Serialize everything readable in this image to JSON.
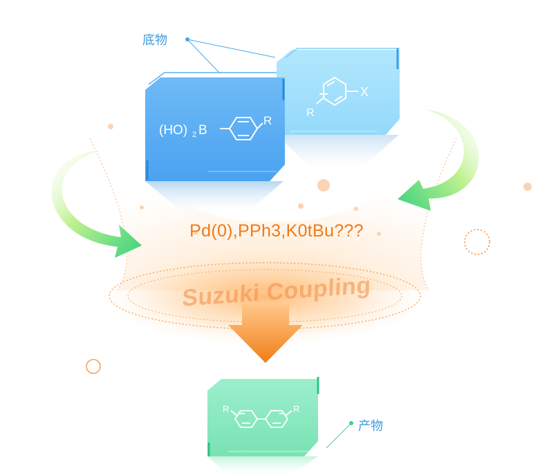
{
  "labels": {
    "substrate": "底物",
    "product": "产物"
  },
  "reaction": {
    "reagents": "Pd(0),PPh3,K0tBu???",
    "name": "Suzuki Coupling"
  },
  "molecules": {
    "boronic_acid": {
      "prefix": "(HO)",
      "subscript": "2",
      "boron": "B",
      "r": "R"
    },
    "aryl_halide": {
      "r": "R",
      "x": "X"
    },
    "biaryl": {
      "r_left": "R",
      "r_right": "R"
    }
  },
  "colors": {
    "blue_card": "#6ab7f5",
    "light_blue_card": "#a7e1fb",
    "green_card": "#8ee9c2",
    "orange_accent": "#f49b3b",
    "green_arrow": "#58dc84",
    "label_blue": "#3c9be0"
  }
}
